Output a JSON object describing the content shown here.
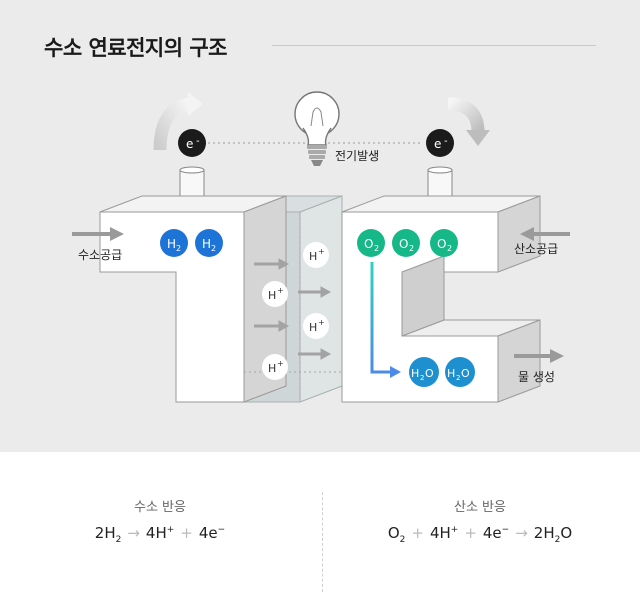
{
  "title": "수소 연료전지의 구조",
  "labels": {
    "electricity": "전기발생",
    "hydrogen_supply": "수소공급",
    "oxygen_supply": "산소공급",
    "water_out": "물 생성",
    "electron": "e",
    "electron_sign": "-",
    "h2": "H",
    "o2": "O",
    "h2o": "H",
    "h2o_tail": "O",
    "sub2": "2",
    "proton": "H",
    "plus_sup": "+"
  },
  "colors": {
    "hydrogen": "#1e73d6",
    "oxygen": "#17b887",
    "water": "#1e90d0",
    "electron": "#1b1b1b"
  },
  "reactions": {
    "anode": {
      "title": "수소 반응",
      "terms": [
        {
          "text": "2H",
          "sub": "2",
          "sup": ""
        },
        {
          "op": "→"
        },
        {
          "text": "4H",
          "sub": "",
          "sup": "+"
        },
        {
          "op": "+"
        },
        {
          "text": "4e",
          "sub": "",
          "sup": "−"
        }
      ]
    },
    "cathode": {
      "title": "산소 반응",
      "terms": [
        {
          "text": "O",
          "sub": "2",
          "sup": ""
        },
        {
          "op": "+"
        },
        {
          "text": "4H",
          "sub": "",
          "sup": "+"
        },
        {
          "op": "+"
        },
        {
          "text": "4e",
          "sub": "",
          "sup": "−"
        },
        {
          "op": "→"
        },
        {
          "text": "2H",
          "sub": "2",
          "sup": "",
          "tail": "O"
        }
      ]
    }
  }
}
